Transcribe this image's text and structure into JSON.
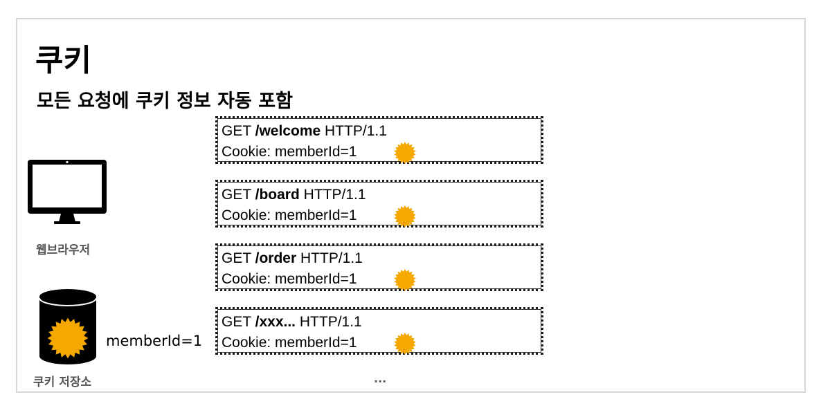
{
  "title": "쿠키",
  "subtitle": "모든 요청에 쿠키 정보 자동 포함",
  "client": {
    "browser_label": "웹브라우저",
    "store_label": "쿠키 저장소",
    "stored_cookie": "memberId=1"
  },
  "requests": [
    {
      "method": "GET",
      "path": "/welcome",
      "protocol": "HTTP/1.1",
      "cookie": "Cookie: memberId=1"
    },
    {
      "method": "GET",
      "path": "/board",
      "protocol": "HTTP/1.1",
      "cookie": "Cookie: memberId=1"
    },
    {
      "method": "GET",
      "path": "/order",
      "protocol": "HTTP/1.1",
      "cookie": "Cookie: memberId=1"
    },
    {
      "method": "GET",
      "path": "/xxx...",
      "protocol": "HTTP/1.1",
      "cookie": "Cookie: memberId=1"
    }
  ],
  "more": "...",
  "colors": {
    "cookie": "#f5a800",
    "frame": "#d6d6d6",
    "caption": "#555555"
  },
  "icons": {
    "client": "monitor-icon",
    "store": "database-icon",
    "cookie": "cookie-badge-icon"
  }
}
